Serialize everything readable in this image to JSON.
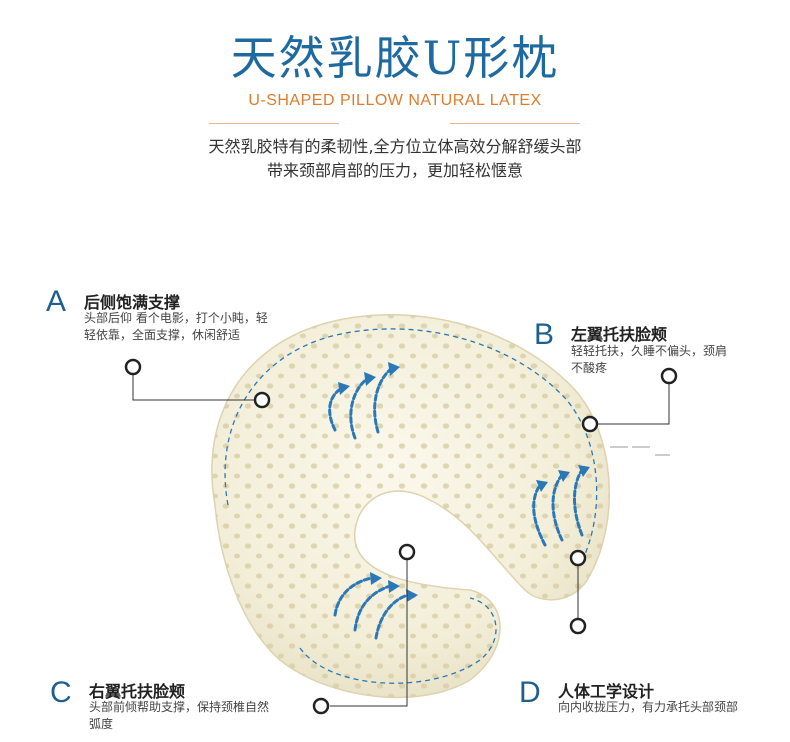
{
  "header": {
    "title": "天然乳胶U形枕",
    "subtitle": "U-SHAPED PILLOW NATURAL LATEX",
    "desc_line1": "天然乳胶特有的柔韧性,全方位立体高效分解舒缓头部",
    "desc_line2": "带来颈部肩部的压力，更加轻松惬意"
  },
  "annotations": {
    "a": {
      "letter": "A",
      "title": "后侧饱满支撑",
      "line1": "头部后仰 看个电影，打个小盹，轻",
      "line2": "轻依靠，全面支撑，休闲舒适"
    },
    "b": {
      "letter": "B",
      "title": "左翼托扶脸颊",
      "line1": "轻轻托扶，久睡不偏头，颈肩",
      "line2": "不酸疼"
    },
    "c": {
      "letter": "C",
      "title": "右翼托扶脸颊",
      "line1": "头部前倾帮助支撑，保持颈椎自然",
      "line2": "弧度"
    },
    "d": {
      "letter": "D",
      "title": "人体工学设计",
      "line1": "向内收拢压力，有力承托头部颈部"
    }
  },
  "colors": {
    "accent_blue": "#1e6aa0",
    "accent_orange": "#e07b2b",
    "pillow": "#f6f1de"
  }
}
